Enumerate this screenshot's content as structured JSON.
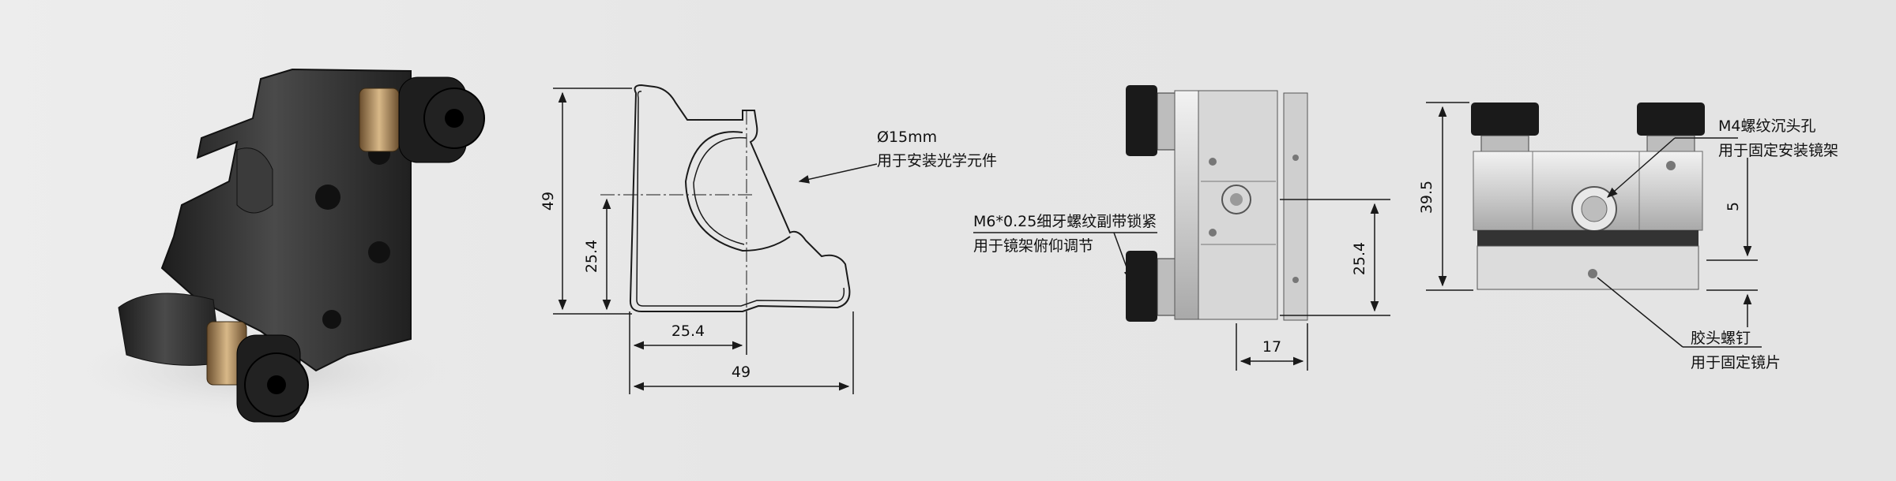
{
  "product_render": {
    "alt": "kinematic mirror mount render"
  },
  "front_view": {
    "height_label": "49",
    "center_height_label": "25.4",
    "center_width_label": "25.4",
    "width_label": "49",
    "callout_title": "Ø15mm",
    "callout_desc": "用于安装光学元件"
  },
  "side_view": {
    "screw_title": "M6*0.25细牙螺纹副带锁紧",
    "screw_desc": "用于镜架俯仰调节",
    "height_label": "25.4",
    "width_label": "17"
  },
  "top_view": {
    "height_label": "39.5",
    "small_label": "5",
    "hole_title": "M4螺纹沉头孔",
    "hole_desc": "用于固定安装镜架",
    "screw_title": "胶头螺钉",
    "screw_desc": "用于固定镜片"
  },
  "colors": {
    "line": "#1a1a1a",
    "body": "#2b2b2b",
    "brass": "#b08a5a"
  }
}
